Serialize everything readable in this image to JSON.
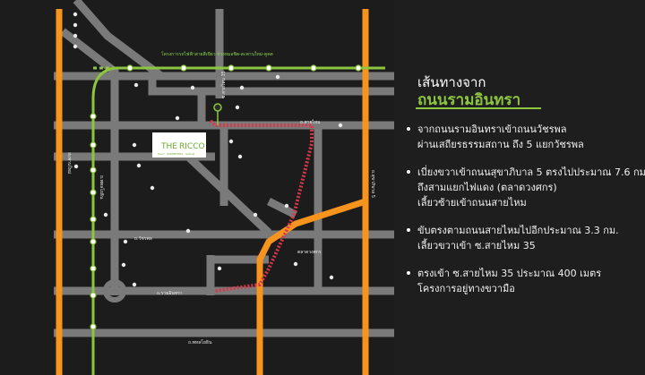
{
  "panel": {
    "heading": "เส้นทางจาก",
    "subheading": "ถนนรามอินทรา",
    "accent_color": "#8cc63f",
    "steps": [
      {
        "line1": "จากถนนรามอินทราเข้าถนนวัชรพล",
        "line2": "ผ่านเสถียรธรรมสถาน ถึง 5 แยกวัชรพล"
      },
      {
        "line1": "เบี่ยงขวาเข้าถนนสุขาภิบาล 5 ตรงไปประมาณ 7.6 กม.",
        "line2": "ถึงสามแยกไฟแดง (ตลาดวงศกร)",
        "line3": "เลี้ยวซ้ายเข้าถนนสายไหม"
      },
      {
        "line1": "ขับตรงตามถนนสายไหมไปอีกประมาณ 3.3 กม.",
        "line2": "เลี้ยวขวาเข้า ซ.สายไหม 35"
      },
      {
        "line1": "ตรงเข้า ซ.สายไหม 35 ประมาณ 400 เมตร",
        "line2": "โครงการอยู่ทางขวามือ"
      }
    ]
  },
  "map": {
    "project_logo": {
      "the": "THE",
      "name": "RICCO",
      "tagline": "Town · RAMINTHRA · Saimai"
    },
    "labels": {
      "green_line_note": "โครงการรถไฟฟ้าสายสีเขียว ช่วงหมอชิต-สะพานใหม่-คูคต",
      "soi35": "ซ.สายไหม 35",
      "sai_mai": "ถ.สายไหม",
      "phahon_yothin": "ถ.พหลโยธิน",
      "sukhaphiban5": "ถ.สุขาภิบาล 5",
      "wongsakorn": "ตลาดวงศกร",
      "ramintra": "ถ.รามอินทรา",
      "watcharaphon": "ถ.วัชรพล",
      "phahon_road": "ถ.พหลโยธิน",
      "saphan_mai": "สะพานใหม่"
    },
    "colors": {
      "road": "#7a7a7a",
      "highway": "#f7941d",
      "bts": "#8cc63f",
      "route": "#d9374b"
    }
  }
}
